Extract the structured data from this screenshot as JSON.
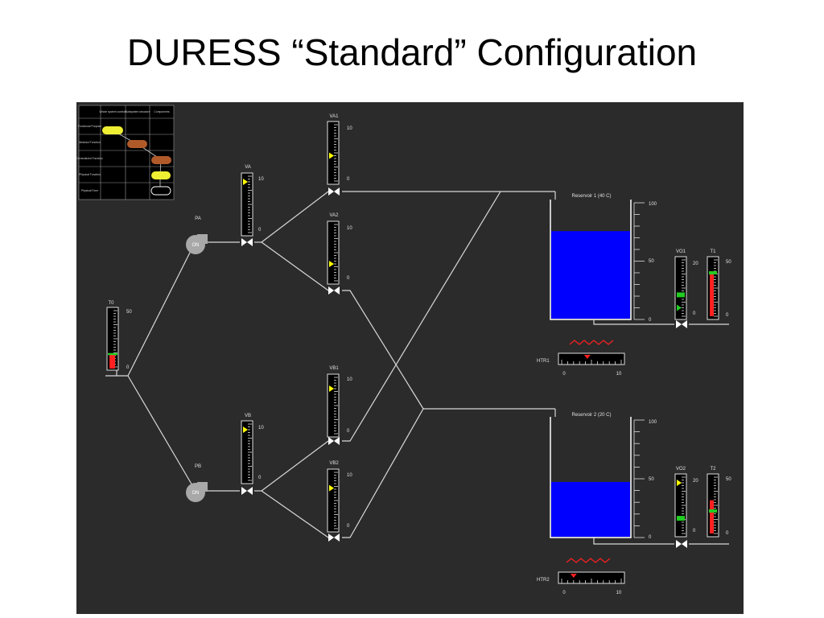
{
  "slide": {
    "title": "DURESS “Standard” Configuration"
  },
  "system": {
    "pumps": [
      {
        "id": "PA",
        "state": "ON"
      },
      {
        "id": "PB",
        "state": "ON"
      }
    ],
    "source_tank": {
      "label": "T0",
      "scale_max": "50",
      "scale_min": "0",
      "level_pct": 12
    },
    "valves": [
      {
        "id": "VA",
        "max": "10",
        "min": "0",
        "setting_pct": 90
      },
      {
        "id": "VA1",
        "max": "10",
        "min": "0",
        "setting_pct": 45
      },
      {
        "id": "VA2",
        "max": "10",
        "min": "0",
        "setting_pct": 30
      },
      {
        "id": "VB",
        "max": "10",
        "min": "0",
        "setting_pct": 90
      },
      {
        "id": "VB1",
        "max": "10",
        "min": "0",
        "setting_pct": 80
      },
      {
        "id": "VB2",
        "max": "10",
        "min": "0",
        "setting_pct": 72
      }
    ],
    "reservoirs": [
      {
        "label": "Reservoir 1  (40 C)",
        "scale_max": "100",
        "scale_mid": "50",
        "scale_min": "0",
        "level_pct": 74,
        "fluid_color": "#0000ff"
      },
      {
        "label": "Reservoir 2  (20 C)",
        "scale_max": "100",
        "scale_mid": "50",
        "scale_min": "0",
        "level_pct": 46,
        "fluid_color": "#0000ff"
      }
    ],
    "outlet_valves": [
      {
        "id": "VO1",
        "max": "20",
        "min": "0",
        "setting_pct": 15,
        "flow_pct": 38
      },
      {
        "id": "VO2",
        "max": "20",
        "min": "0",
        "setting_pct": 90,
        "flow_pct": 27
      }
    ],
    "temps": [
      {
        "id": "T1",
        "max": "50",
        "min": "0",
        "value_pct": 80,
        "setpoint_pct": 77
      },
      {
        "id": "T2",
        "max": "50",
        "min": "0",
        "value_pct": 59,
        "setpoint_pct": 40
      }
    ],
    "heaters": [
      {
        "id": "HTR1",
        "min": "0",
        "max": "10",
        "setting_pct": 43
      },
      {
        "id": "HTR2",
        "min": "0",
        "max": "10",
        "setting_pct": 20
      }
    ]
  },
  "abstraction_map": {
    "col_headers": [
      "Whole system controls",
      "Subsystem structure",
      "Components"
    ],
    "row_headers": [
      "Functional Purpose",
      "Abstract Function",
      "Generalized Function",
      "Physical Function",
      "Physical Form"
    ]
  },
  "colors": {
    "panel": "#2b2b2b",
    "pipe": "#d8d8d8",
    "fluid": "#0000ff",
    "indicator": "#ffff00",
    "flow": "#22cc22",
    "temperature": "#ff2020",
    "heater": "#ff2020"
  }
}
